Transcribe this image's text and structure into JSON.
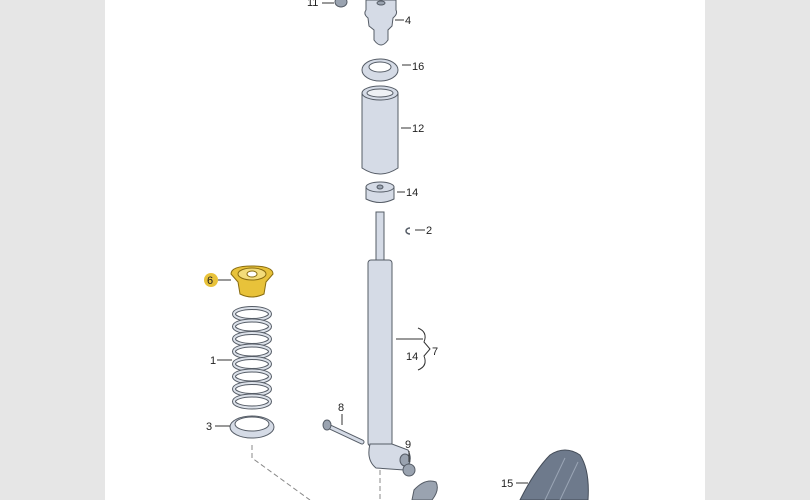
{
  "diagram": {
    "highlight_color": "#e8c23a",
    "labels": {
      "p11": "11",
      "p4": "4",
      "p16": "16",
      "p12": "12",
      "p14a": "14",
      "p2": "2",
      "p6": "6",
      "p1": "1",
      "p3": "3",
      "p8": "8",
      "p9": "9",
      "p14b": "14",
      "p7": "7",
      "p15": "15"
    }
  }
}
